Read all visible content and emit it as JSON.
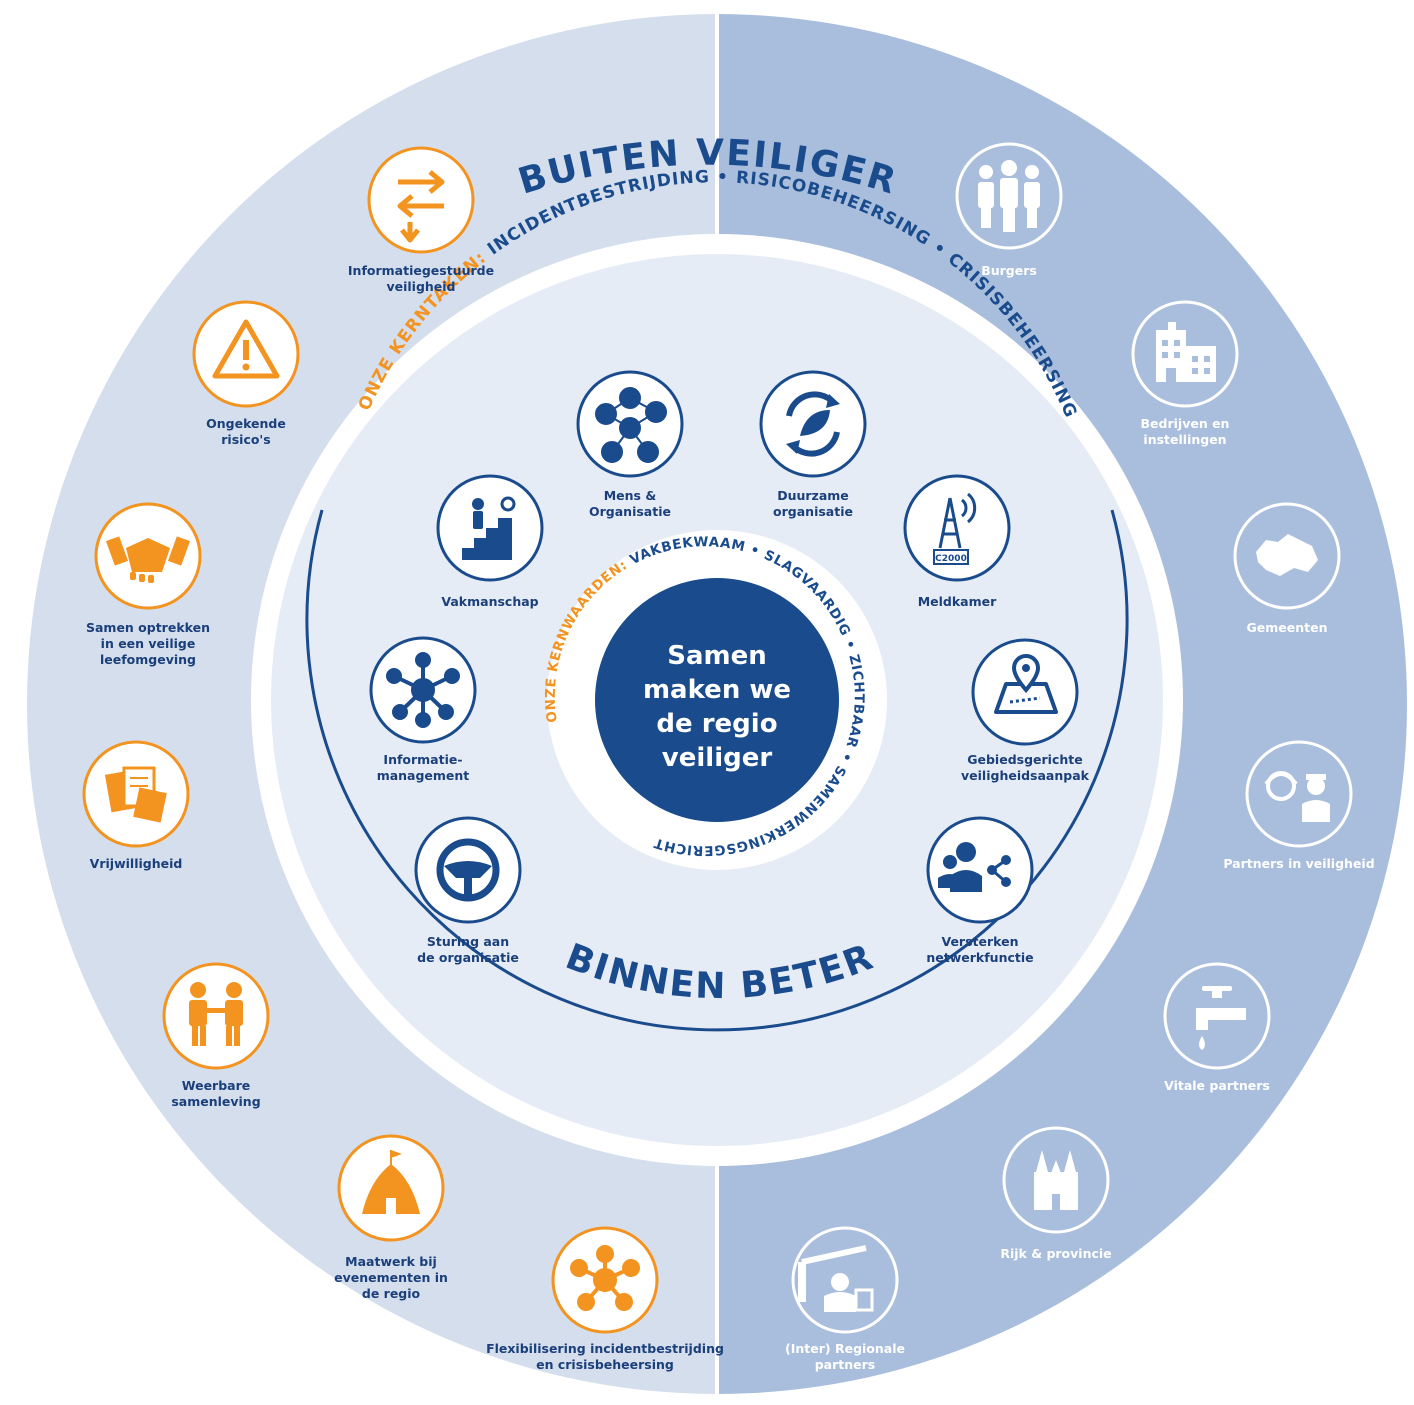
{
  "titles": {
    "outer_top": "BUITEN VEILIGER",
    "inner_bottom": "BINNEN BETER"
  },
  "kerntaken": {
    "label": "ONZE KERNTAKEN:",
    "tasks": "INCIDENTBESTRIJDING • RISICOBEHEERSING • CRISISBEHEERSING"
  },
  "kernwaarden": {
    "label": "ONZE KERNWAARDEN:",
    "values": "VAKBEKWAAM • SLAGVAARDIG • ZICHTBAAR • SAMENWERKINGSGERICHT"
  },
  "center": {
    "lines": [
      "Samen",
      "maken we",
      "de regio",
      "veiliger"
    ]
  },
  "colors": {
    "orange": "#f39320",
    "navy": "#1a4b8c",
    "ring_left": "#d4deed",
    "ring_right": "#a9bedd",
    "inner_disc": "#e6ecf5"
  },
  "outer_left": [
    {
      "icon": "arrows-icon",
      "lines": [
        "Informatiegestuurde",
        "veiligheid"
      ]
    },
    {
      "icon": "warning-icon",
      "lines": [
        "Ongekende",
        "risico's"
      ]
    },
    {
      "icon": "handshake-icon",
      "lines": [
        "Samen optrekken",
        "in een veilige",
        "leefomgeving"
      ]
    },
    {
      "icon": "documents-icon",
      "lines": [
        "Vrijwilligheid"
      ]
    },
    {
      "icon": "people-handshake-icon",
      "lines": [
        "Weerbare",
        "samenleving"
      ]
    },
    {
      "icon": "tent-icon",
      "lines": [
        "Maatwerk bij",
        "evenementen in",
        "de regio"
      ]
    },
    {
      "icon": "network-icon",
      "lines": [
        "Flexibilisering incidentbestrijding",
        "en crisisbeheersing"
      ]
    }
  ],
  "outer_right": [
    {
      "icon": "citizens-icon",
      "lines": [
        "Burgers"
      ]
    },
    {
      "icon": "building-icon",
      "lines": [
        "Bedrijven en",
        "instellingen"
      ]
    },
    {
      "icon": "map-region-icon",
      "lines": [
        "Gemeenten"
      ]
    },
    {
      "icon": "police-icon",
      "lines": [
        "Partners in veiligheid"
      ]
    },
    {
      "icon": "tap-icon",
      "lines": [
        "Vitale partners"
      ]
    },
    {
      "icon": "church-icon",
      "lines": [
        "Rijk & provincie"
      ]
    },
    {
      "icon": "border-icon",
      "lines": [
        "(Inter) Regionale",
        "partners"
      ]
    }
  ],
  "inner_items": [
    {
      "icon": "people-network-icon",
      "lines": [
        "Mens &",
        "Organisatie"
      ]
    },
    {
      "icon": "recycle-leaf-icon",
      "lines": [
        "Duurzame",
        "organisatie"
      ]
    },
    {
      "icon": "antenna-icon",
      "icon_text": "C2000",
      "lines": [
        "Meldkamer"
      ]
    },
    {
      "icon": "map-pin-icon",
      "lines": [
        "Gebiedsgerichte",
        "veiligheidsaanpak"
      ]
    },
    {
      "icon": "share-people-icon",
      "lines": [
        "Versterken",
        "netwerkfunctie"
      ]
    },
    {
      "icon": "steering-wheel-icon",
      "lines": [
        "Sturing aan",
        "de organisatie"
      ]
    },
    {
      "icon": "hub-icon",
      "lines": [
        "Informatie-",
        "management"
      ]
    },
    {
      "icon": "stairs-icon",
      "lines": [
        "Vakmanschap"
      ]
    }
  ]
}
